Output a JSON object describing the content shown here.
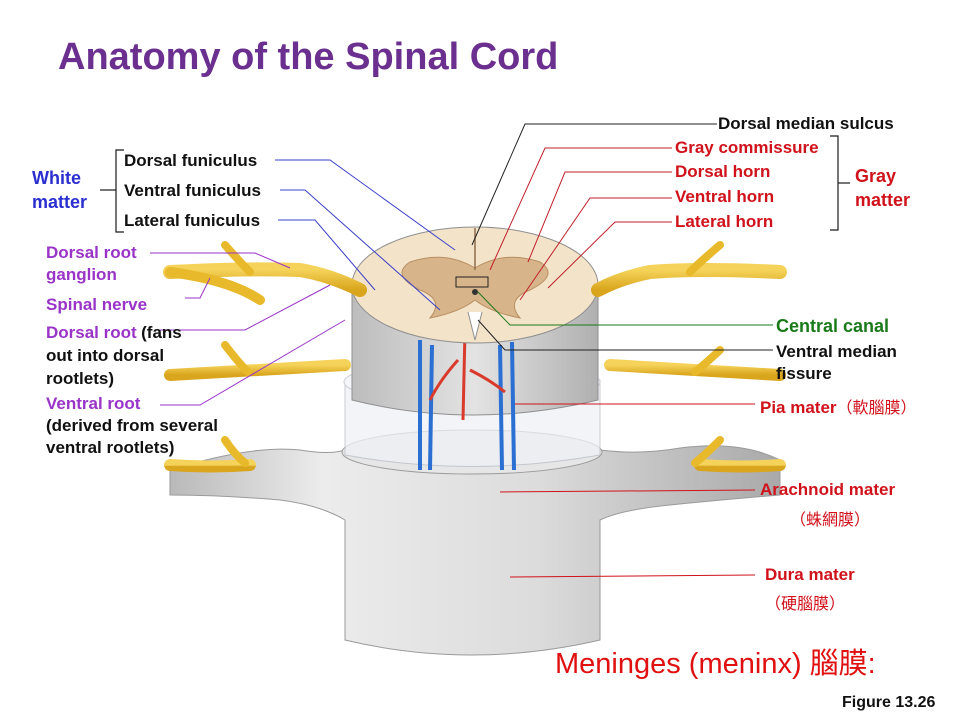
{
  "title": "Anatomy of the Spinal Cord",
  "groups": {
    "white_matter": "White matter",
    "gray_matter": "Gray matter"
  },
  "left_labels": {
    "dorsal_funiculus": "Dorsal funiculus",
    "ventral_funiculus": "Ventral funiculus",
    "lateral_funiculus": "Lateral funiculus",
    "dorsal_root_ganglion": "Dorsal root ganglion",
    "spinal_nerve": "Spinal nerve",
    "dorsal_root": "Dorsal root",
    "dorsal_root_note": "(fans out into dorsal rootlets)",
    "ventral_root": "Ventral root",
    "ventral_root_note": "(derived from several ventral rootlets)"
  },
  "right_labels": {
    "dorsal_median_sulcus": "Dorsal median sulcus",
    "gray_commissure": "Gray commissure",
    "dorsal_horn": "Dorsal horn",
    "ventral_horn": "Ventral horn",
    "lateral_horn": "Lateral horn",
    "central_canal": "Central canal",
    "ventral_median_fissure": "Ventral median fissure",
    "pia_mater": "Pia mater",
    "pia_mater_cjk": "（軟腦膜）",
    "arachnoid_mater": "Arachnoid mater",
    "arachnoid_mater_cjk": "（蛛網膜）",
    "dura_mater": "Dura mater",
    "dura_mater_cjk": "（硬腦膜）"
  },
  "meninges": "Meninges (meninx) 腦膜:",
  "figure": "Figure 13.26",
  "colors": {
    "title": "#6b2f8f",
    "white_matter_label": "#2b2fd0",
    "root_labels": "#9a34c9",
    "gray_matter_label": "#d0121b",
    "central_canal": "#1a7a1a",
    "nerve": "#e8b92a",
    "dura": "#d4d4d4"
  }
}
